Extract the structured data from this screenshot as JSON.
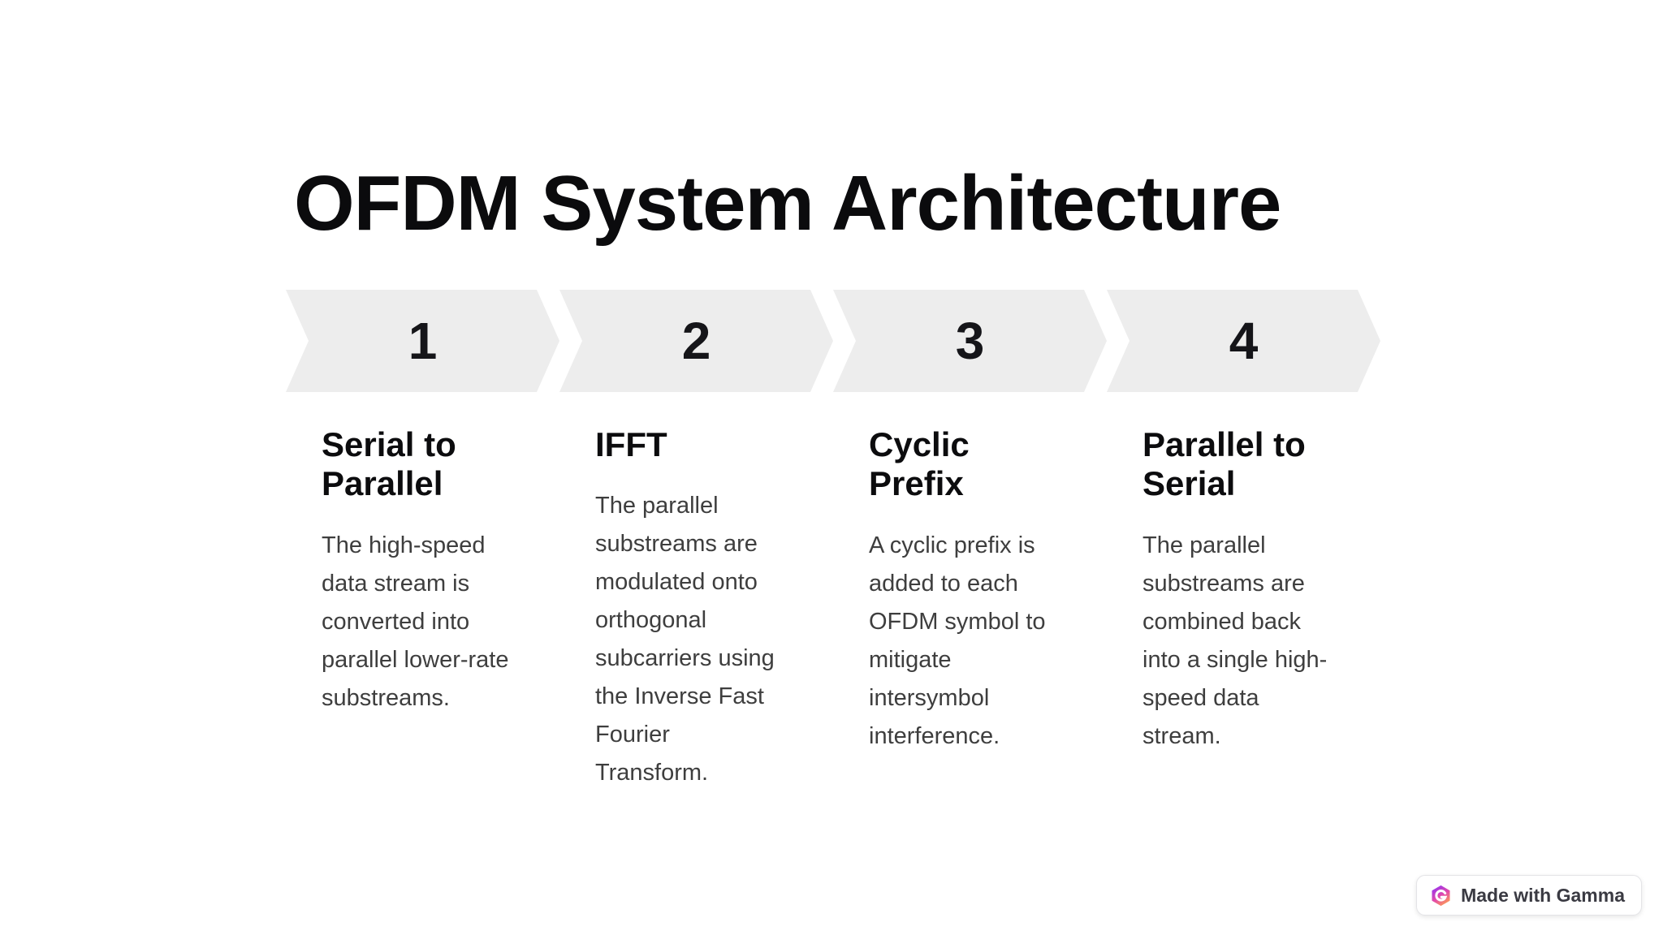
{
  "slide": {
    "title": "OFDM System Architecture",
    "steps": [
      {
        "number": "1",
        "heading": "Serial to Parallel",
        "body": "The high-speed data stream is converted into parallel lower-rate substreams."
      },
      {
        "number": "2",
        "heading": "IFFT",
        "body": "The parallel substreams are modulated onto orthogonal subcarriers using the Inverse Fast Fourier Transform."
      },
      {
        "number": "3",
        "heading": "Cyclic Prefix",
        "body": "A cyclic prefix is added to each OFDM symbol to mitigate intersymbol interference."
      },
      {
        "number": "4",
        "heading": "Parallel to Serial",
        "body": "The parallel substreams are combined back into a single high-speed data stream."
      }
    ]
  },
  "badge": {
    "label": "Made with Gamma",
    "logo_icon": "gamma-logo-icon"
  },
  "colors": {
    "background": "#ffffff",
    "chevron_fill": "#ededed",
    "title_text": "#0b0b0d",
    "heading_text": "#0c0c0e",
    "body_text": "#3e3e3e",
    "number_text": "#151519",
    "badge_text": "#3a3a42",
    "badge_border": "#e4e4e7",
    "gamma_purple": "#9230f5",
    "gamma_pink": "#e34ba9",
    "gamma_orange": "#ffa14e"
  }
}
